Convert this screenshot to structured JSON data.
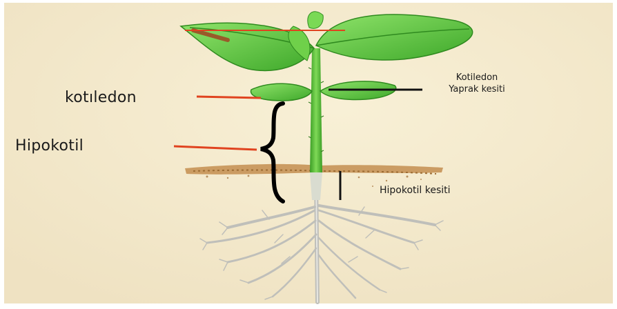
{
  "labels": {
    "kotiledon": "kotıledon",
    "hipokotil": "Hipokotil",
    "kotiledon_kesit_line1": "Kotiledon",
    "kotiledon_kesit_line2": "Yaprak kesiti",
    "hipokotil_kesit": "Hipokotil kesiti"
  },
  "colors": {
    "background": "#f3ead2",
    "leaf": "#5cc63a",
    "leaf_dark": "#2f8a1f",
    "stem": "#4fb52e",
    "soil": "#b8874a",
    "root": "#c9c9c4",
    "pointer_red": "#e0431f",
    "pointer_black": "#111111"
  }
}
